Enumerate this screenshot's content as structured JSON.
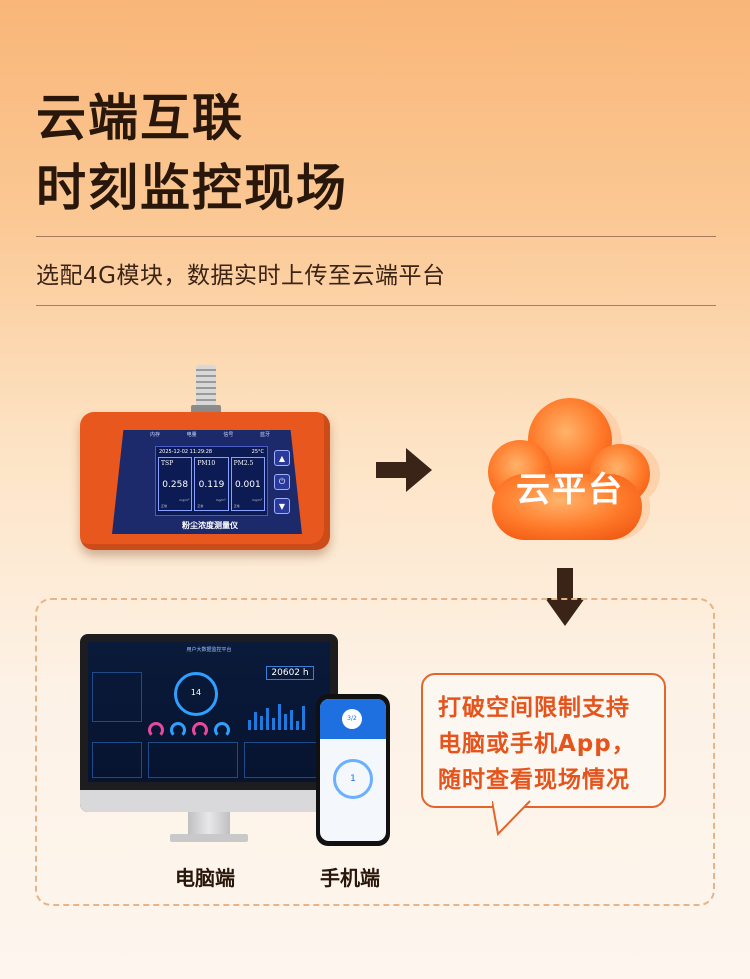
{
  "heading": {
    "line1": "云端互联",
    "line2": "时刻监控现场"
  },
  "subtitle": "选配4G模块，数据实时上传至云端平台",
  "device": {
    "top_icons": [
      "内存",
      "电量",
      "信号",
      "蓝牙"
    ],
    "datetime": "2025-12-02 11:29:28",
    "temp": "25°C",
    "cells": [
      {
        "label": "TSP",
        "value": "0.258",
        "unit": "mg/m³",
        "status": "正常"
      },
      {
        "label": "PM10",
        "value": "0.119",
        "unit": "mg/m³",
        "status": "正常"
      },
      {
        "label": "PM2.5",
        "value": "0.001",
        "unit": "mg/m³",
        "status": "正常"
      }
    ],
    "label": "粉尘浓度测量仪"
  },
  "cloud": {
    "label": "云平台"
  },
  "monitor": {
    "title": "用户大数据监控平台",
    "counter": "20602 h",
    "ring_value": "14"
  },
  "phone": {
    "badge": "3/2",
    "ring_value": "1"
  },
  "captions": {
    "computer": "电脑端",
    "phone": "手机端"
  },
  "bubble": {
    "line1": "打破空间限制支持",
    "line2": "电脑或手机App，",
    "line3": "随时查看现场情况"
  },
  "colors": {
    "accent": "#e4541c",
    "device_orange": "#e8571d",
    "bezel_blue": "#1c2a6b"
  }
}
